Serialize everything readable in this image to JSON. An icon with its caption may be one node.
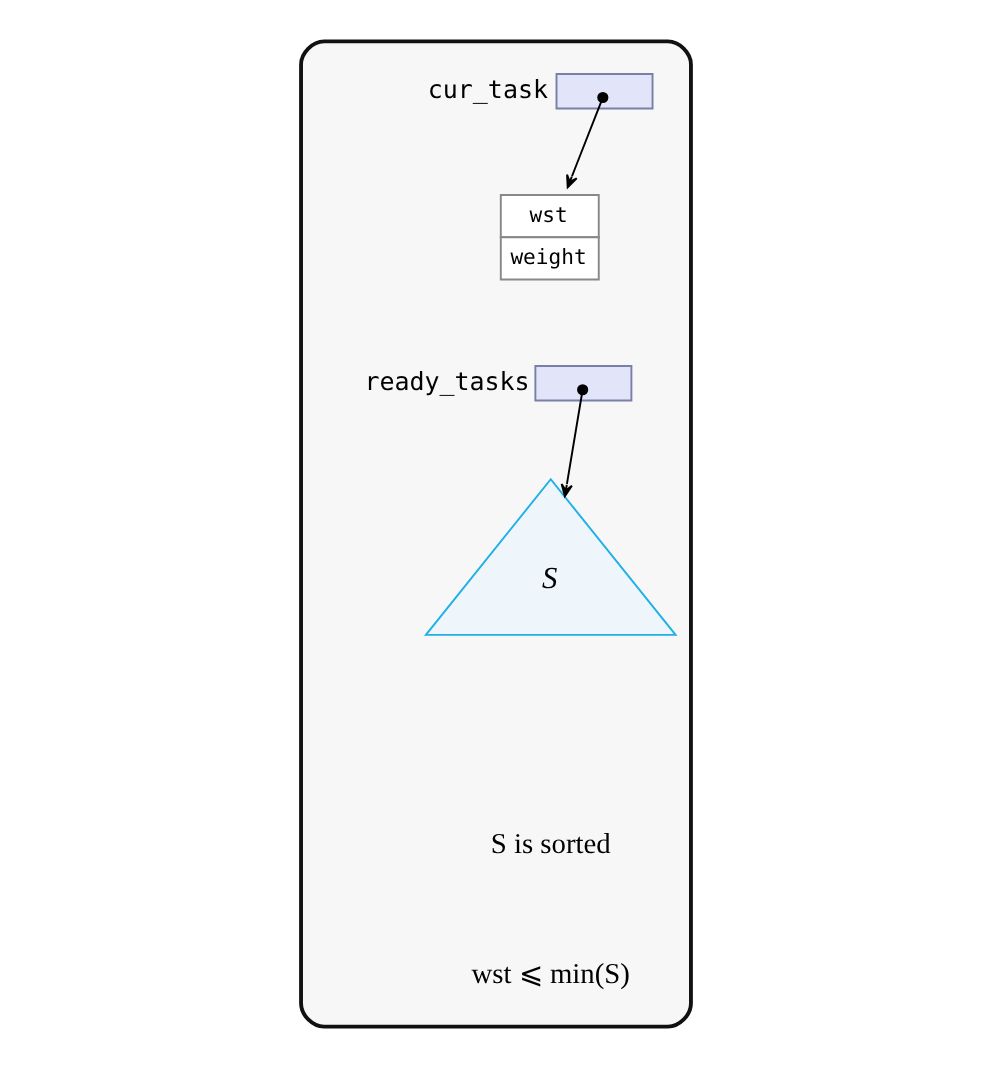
{
  "diagram": {
    "nodes": [
      {
        "text": [],
        "shape": "box"
      },
      {
        "text": [],
        "shape": "box",
        "beside": [
          "cur_task"
        ],
        "in": 0
      },
      {
        "text": [
          "wst",
          "weight"
        ],
        "in": 0
      },
      {
        "text": [],
        "shape": "box",
        "beside": [
          "ready_tasks"
        ],
        "in": 0
      },
      {
        "text": [
          "S"
        ],
        "in": 0
      }
    ],
    "edges": [
      {
        "from": 1,
        "to": 2,
        "arrow": "to"
      },
      {
        "from": 3,
        "to": 4,
        "arrow": "to"
      }
    ],
    "labels": [
      "S is sorted",
      "wst ⩽ min(S)"
    ]
  }
}
